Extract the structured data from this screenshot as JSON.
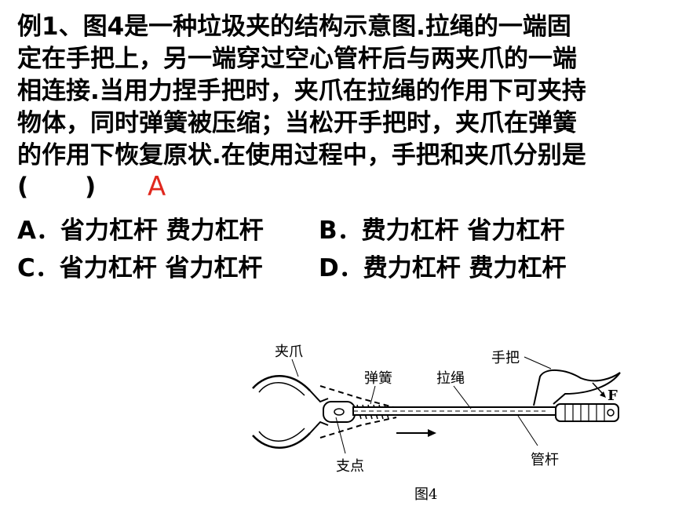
{
  "question": {
    "lines": [
      "例1、图4是一种垃圾夹的结构示意图.拉绳的一端固",
      "定在手把上，另一端穿过空心管杆后与两夹爪的一端",
      "相连接.当用力捏手把时，夹爪在拉绳的作用下可夹持",
      "物体，同时弹簧被压缩；当松开手把时，夹爪在弹簧",
      "的作用下恢复原状.在使用过程中，手把和夹爪分别是"
    ],
    "paren_open": "(",
    "paren_close": ")",
    "answer_mark": "A"
  },
  "options": [
    {
      "letter": "A．",
      "text": "省力杠杆   费力杠杆"
    },
    {
      "letter": "B．",
      "text": "费力杠杆  省力杠杆"
    },
    {
      "letter": "C．",
      "text": "省力杠杆   省力杠杆"
    },
    {
      "letter": "D．",
      "text": "费力杠杆  费力杠杆"
    }
  ],
  "figure": {
    "labels": {
      "jaw": "夹爪",
      "spring": "弹簧",
      "rope": "拉绳",
      "handle": "手把",
      "force": "F",
      "pivot": "支点",
      "tube": "管杆"
    },
    "caption": "图4"
  }
}
